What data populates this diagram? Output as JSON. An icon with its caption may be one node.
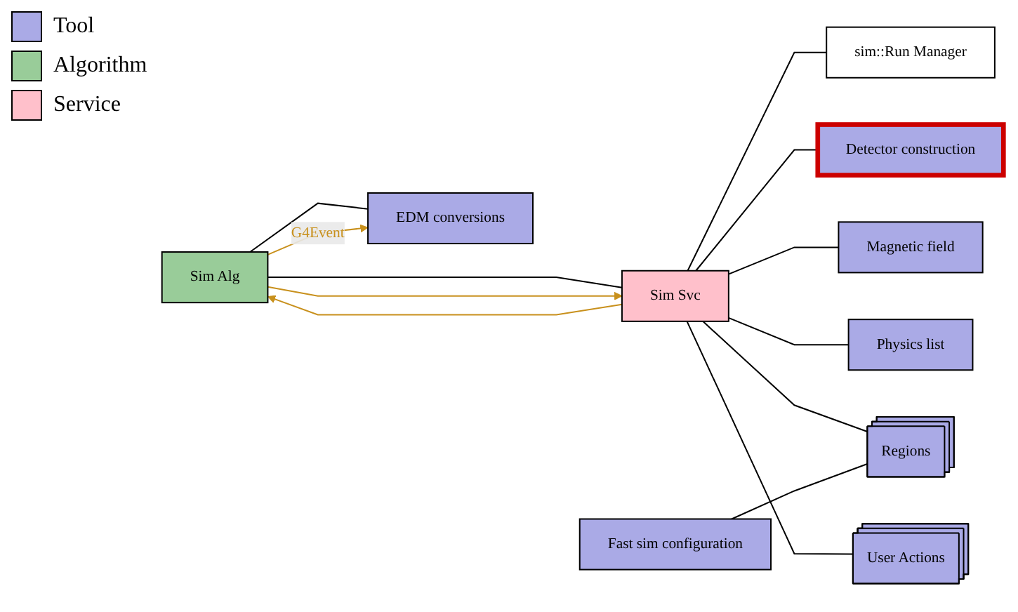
{
  "diagram": {
    "nodes": [
      {
        "text": [
          "EDM conversions"
        ]
      },
      {
        "text": [
          "Sim Alg"
        ]
      },
      {
        "text": [
          "Sim Svc"
        ]
      },
      {
        "text": [
          "sim::Run Manager"
        ]
      },
      {
        "text": [
          "Detector construction"
        ]
      },
      {
        "text": [
          "Magnetic field"
        ]
      },
      {
        "text": [
          "Physics list"
        ]
      },
      {
        "text": [
          "Fast sim configuration"
        ]
      },
      {
        "text": [
          "Regions"
        ]
      },
      {
        "text": [
          "User Actions"
        ]
      }
    ],
    "edges": [
      {
        "from": 1,
        "to": 0,
        "arrow": "none"
      },
      {
        "from": 1,
        "to": 0,
        "arrow": "to",
        "label": "G4Event",
        "color": "#c8901c"
      },
      {
        "from": 2,
        "to": 1,
        "arrow": "to",
        "color": "#c8901c"
      },
      {
        "from": 1,
        "to": 2,
        "arrow": "none"
      },
      {
        "from": 1,
        "to": 2,
        "arrow": "to",
        "color": "#c8901c"
      },
      {
        "from": 2,
        "to": 3,
        "arrow": "none"
      },
      {
        "from": 2,
        "to": 4,
        "arrow": "none"
      },
      {
        "from": 2,
        "to": 5,
        "arrow": "none"
      },
      {
        "from": 2,
        "to": 6,
        "arrow": "none"
      },
      {
        "from": 2,
        "to": 8,
        "arrow": "none"
      },
      {
        "from": 2,
        "to": 9,
        "arrow": "none"
      },
      {
        "from": 7,
        "to": 8,
        "arrow": "none"
      }
    ],
    "legend": [
      {
        "text": "Tool",
        "color": "#aaaae6"
      },
      {
        "text": "Algorithm",
        "color": "#99cc99"
      },
      {
        "text": "Service",
        "color": "#ffc0cb"
      }
    ]
  }
}
